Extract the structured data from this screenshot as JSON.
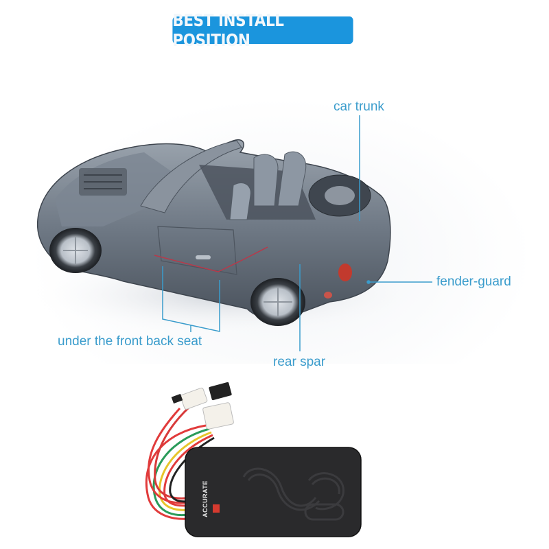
{
  "banner": {
    "title": "BEST INSTALL POSITION",
    "color": "#1b95dd"
  },
  "diagram": {
    "subject": "cutaway convertible car",
    "callouts": [
      {
        "label": "car trunk"
      },
      {
        "label": "fender-guard"
      },
      {
        "label": "under the front back seat"
      },
      {
        "label": "rear spar"
      }
    ],
    "callout_color": "#3a9ccc"
  },
  "product": {
    "name": "GPS tracker device",
    "brand_mark": "ACCURATE",
    "wires": [
      "red",
      "green",
      "yellow",
      "black",
      "white"
    ]
  }
}
